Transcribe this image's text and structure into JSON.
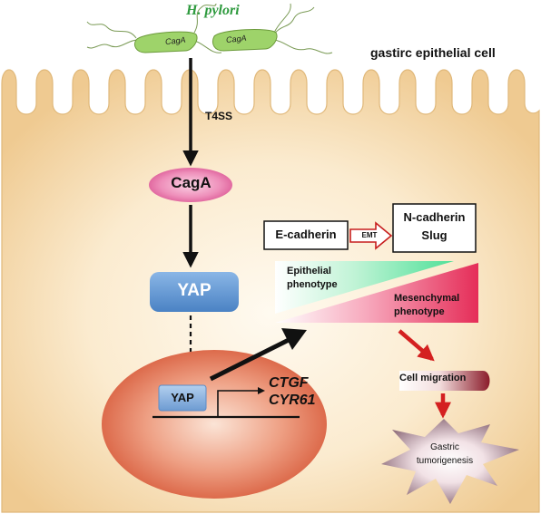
{
  "bacterium": {
    "name": "H. pylori",
    "protein_label": "CagA"
  },
  "cell": {
    "label": "gastirc epithelial cell"
  },
  "secretion": {
    "label": "T4SS"
  },
  "pathway": {
    "caga": "CagA",
    "yap": "YAP",
    "nuclear_yap": "YAP",
    "target_genes": [
      "CTGF",
      "CYR61"
    ]
  },
  "emt": {
    "from": "E-cadherin",
    "arrow_label": "EMT",
    "to": [
      "N-cadherin",
      "Slug"
    ],
    "epithelial": [
      "Epithelial",
      "phenotype"
    ],
    "mesenchymal": [
      "Mesenchymal",
      "phenotype"
    ]
  },
  "outcomes": {
    "migration": "Cell migration",
    "tumor": [
      "Gastric",
      "tumorigenesis"
    ]
  },
  "colors": {
    "bacterium_green": "#9ed36a",
    "title_green": "#2e9a3e",
    "cell_fill": "#f6dfb8",
    "caga_pink": "#e05a9a",
    "yap_blue": "#5b93cf",
    "nucleus": "#e26f52",
    "gradient_green": "#52e39a",
    "gradient_red": "#e8305a",
    "arrow_red": "#d42020"
  }
}
